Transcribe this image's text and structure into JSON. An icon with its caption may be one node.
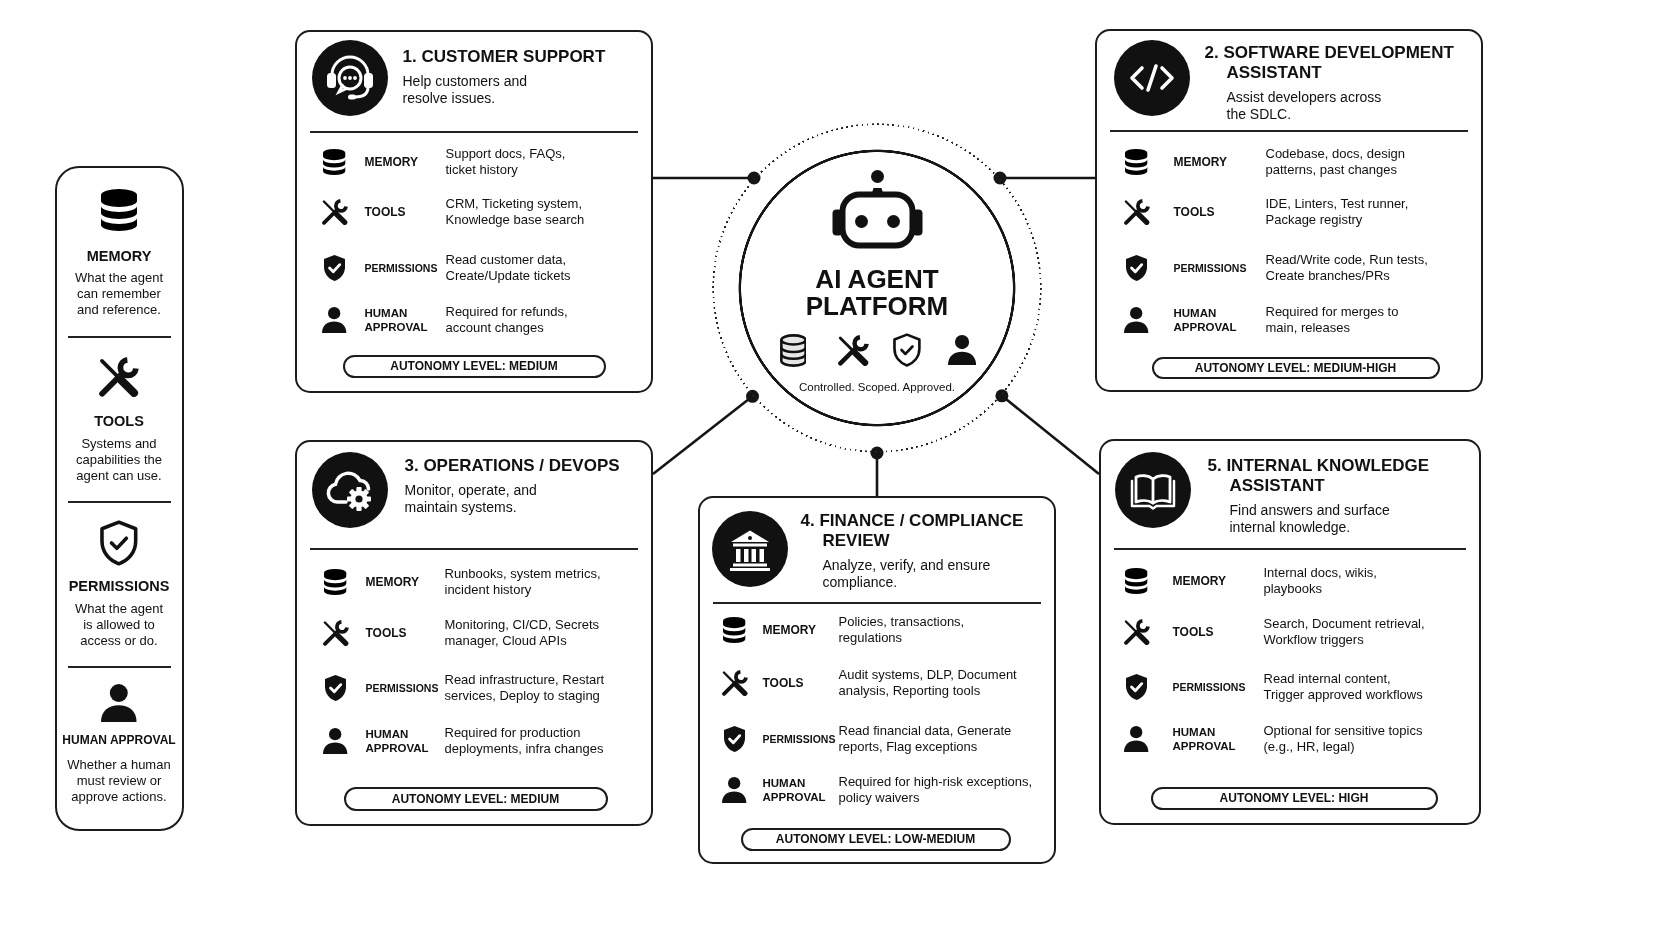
{
  "diagram": {
    "nodes": [
      {
        "text": [
          "MEMORY",
          "What the agent can remember and reference.",
          "TOOLS",
          "Systems and capabilities the agent can use.",
          "PERMISSIONS",
          "What the agent is allowed to access or do.",
          "HUMAN APPROVAL",
          "Whether a human must review or approve actions."
        ]
      },
      {
        "text": [
          "1. CUSTOMER SUPPORT",
          "Help customers and resolve issues.",
          "MEMORY",
          "Support docs, FAQs, ticket history",
          "TOOLS",
          "CRM, Ticketing system, Knowledge base search",
          "PERMISSIONS",
          "Read customer data, Create/Update tickets",
          "HUMAN APPROVAL",
          "Required for refunds, account changes"
        ]
      },
      {
        "text": [
          "AUTONOMY LEVEL: MEDIUM"
        ],
        "in": 1
      },
      {
        "text": [
          "AI AGENT PLATFORM",
          "Controlled. Scoped. Approved."
        ]
      },
      {
        "text": [
          "2. SOFTWARE DEVELOPMENT ASSISTANT",
          "Assist developers across the SDLC.",
          "MEMORY",
          "Codebase, docs, design patterns, past changes",
          "TOOLS",
          "IDE, Linters, Test runner, Package registry",
          "PERMISSIONS",
          "Read/Write code, Run tests, Create branches/PRs",
          "HUMAN APPROVAL",
          "Required for merges to main, releases"
        ]
      },
      {
        "text": [
          "AUTONOMY LEVEL: MEDIUM-HIGH"
        ],
        "in": 4
      },
      {
        "text": [
          "3. OPERATIONS / DEVOPS",
          "Monitor, operate, and maintain systems.",
          "MEMORY",
          "Runbooks, system metrics, incident history",
          "TOOLS",
          "Monitoring, CI/CD, Secrets manager, Cloud APIs",
          "PERMISSIONS",
          "Read infrastructure, Restart services, Deploy to staging",
          "HUMAN APPROVAL",
          "Required for production deployments, infra changes"
        ]
      },
      {
        "text": [
          "AUTONOMY LEVEL: MEDIUM"
        ],
        "in": 6
      },
      {
        "text": [
          "4. FINANCE / COMPLIANCE REVIEW",
          "Analyze, verify, and ensure compliance.",
          "MEMORY",
          "Policies, transactions, regulations",
          "TOOLS",
          "Audit systems, DLP, Document analysis, Reporting tools",
          "PERMISSIONS",
          "Read financial data, Generate reports, Flag exceptions",
          "HUMAN APPROVAL",
          "Required for high-risk exceptions, policy waivers"
        ]
      },
      {
        "text": [
          "AUTONOMY LEVEL: LOW-MEDIUM"
        ],
        "in": 8
      },
      {
        "text": [
          "5. INTERNAL KNOWLEDGE ASSISTANT",
          "Find answers and surface internal knowledge.",
          "MEMORY",
          "Internal docs, wikis, playbooks",
          "TOOLS",
          "Search, Document retrieval, Workflow triggers",
          "PERMISSIONS",
          "Read internal content, Trigger approved workflows",
          "HUMAN APPROVAL",
          "Optional for sensitive topics (e.g., HR, legal)"
        ]
      },
      {
        "text": [
          "AUTONOMY LEVEL: HIGH"
        ],
        "in": 10
      }
    ],
    "edges": [
      {
        "from": 3,
        "to": 1,
        "arrow": "other"
      },
      {
        "from": 3,
        "to": 4,
        "arrow": "other"
      },
      {
        "from": 3,
        "to": 6,
        "arrow": "other"
      },
      {
        "from": 3,
        "to": 8,
        "arrow": "other"
      },
      {
        "from": 3,
        "to": 10,
        "arrow": "other"
      }
    ]
  }
}
